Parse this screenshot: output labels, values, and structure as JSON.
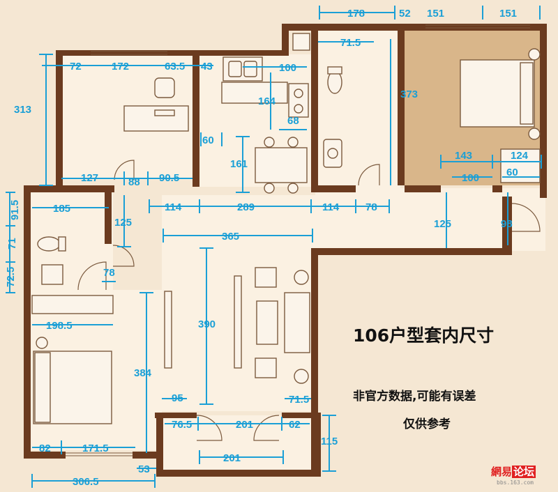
{
  "plan": {
    "title": "106户型套内尺寸",
    "note_line1": "非官方数据,可能有误差",
    "note_line2": "仅供参考",
    "watermark_main": "網易",
    "watermark_box": "论坛",
    "watermark_url": "bbs.163.com"
  },
  "dimensions": {
    "top_178": "178",
    "top_52": "52",
    "top_151a": "151",
    "top_151b": "151",
    "d71_5a": "71.5",
    "d72": "72",
    "d172": "172",
    "d63_5": "63.5",
    "d43": "43",
    "d100a": "100",
    "d313": "313",
    "d164": "164",
    "d373": "373",
    "d68": "68",
    "d60a": "60",
    "d161": "161",
    "d143": "143",
    "d124": "124",
    "d60b": "60",
    "d100b": "100",
    "d127": "127",
    "d88": "88",
    "d90_5": "90.5",
    "d114a": "114",
    "d289": "289",
    "d114b": "114",
    "d78a": "78",
    "d91_5": "91.5",
    "d185": "185",
    "d125a": "125",
    "d125b": "125",
    "d98": "98",
    "d71": "71",
    "d365": "365",
    "d72_5": "72.5",
    "d78b": "78",
    "d198_5": "198.5",
    "d390": "390",
    "d384": "384",
    "d95": "95",
    "d71_5b": "71.5",
    "d76_5": "76.5",
    "d201a": "201",
    "d62": "62",
    "d115": "115",
    "d82": "82",
    "d171_5": "171.5",
    "d201b": "201",
    "d53": "53",
    "d306_5": "306.5"
  },
  "colors": {
    "dimension": "#1a9fd6",
    "wall": "#6b3b1f",
    "background": "#f5e7d3",
    "master_bedroom": "#d9b68a",
    "watermark": "#e02020"
  },
  "icons": {
    "toilet": "toilet-icon",
    "sink": "sink-icon",
    "stove": "stove-icon",
    "bed": "bed-icon",
    "dining": "dining-table-icon",
    "sofa": "sofa-icon",
    "desk": "desk-icon"
  }
}
